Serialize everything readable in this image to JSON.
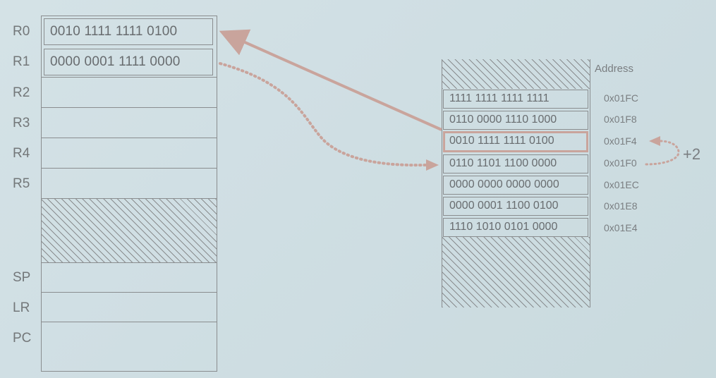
{
  "registers": [
    {
      "name": "R0",
      "value": "0010 1111 1111 0100"
    },
    {
      "name": "R1",
      "value": "0000 0001 1111 0000"
    },
    {
      "name": "R2",
      "value": ""
    },
    {
      "name": "R3",
      "value": ""
    },
    {
      "name": "R4",
      "value": ""
    },
    {
      "name": "R5",
      "value": ""
    },
    {
      "name": "SP",
      "value": ""
    },
    {
      "name": "LR",
      "value": ""
    },
    {
      "name": "PC",
      "value": ""
    }
  ],
  "memory": {
    "header": "Address",
    "rows": [
      {
        "value": "1111 1111 1111 1111",
        "address": "0x01FC"
      },
      {
        "value": "0110 0000 1110 1000",
        "address": "0x01F8"
      },
      {
        "value": "0010 1111 1111 0100",
        "address": "0x01F4",
        "highlighted": true
      },
      {
        "value": "0110 1101 1100 0000",
        "address": "0x01F0"
      },
      {
        "value": "0000 0000 0000 0000",
        "address": "0x01EC"
      },
      {
        "value": "0000 0001 1100 0100",
        "address": "0x01E8"
      },
      {
        "value": "1110 1010 0101 0000",
        "address": "0x01E4"
      }
    ]
  },
  "annotation": {
    "increment": "+2"
  },
  "colors": {
    "highlight": "#c9a49c",
    "line": "#8a8d8f",
    "text": "#6b6f72"
  }
}
